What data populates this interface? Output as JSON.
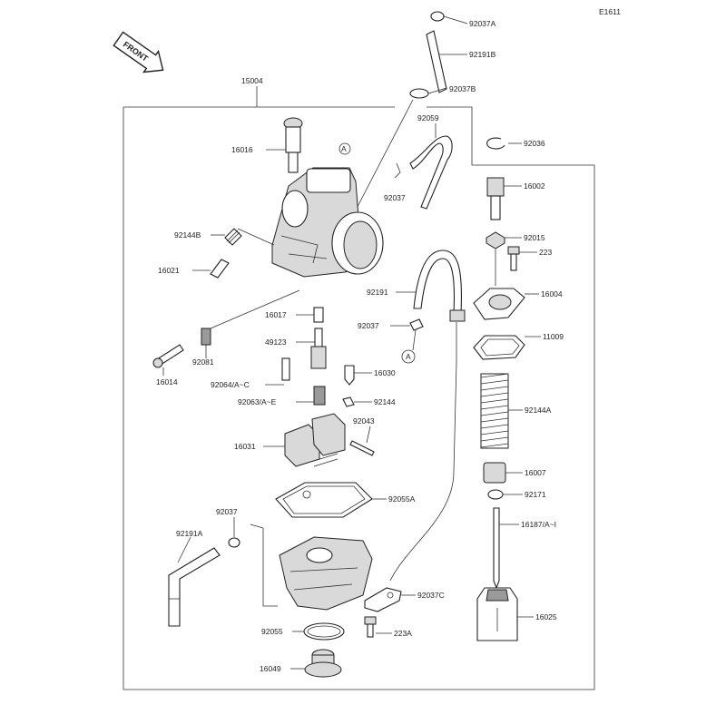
{
  "diagram_code": "E1611",
  "front_badge": "FRONT",
  "callouts": {
    "assembly": "15004",
    "cap_clip_top": "92037A",
    "tube_top": "92191B",
    "clip_b": "92037B",
    "vent_tube": "92059",
    "c_clip": "92036",
    "air_screw_body": "16016",
    "ref_a": "A",
    "clip_small": "92037",
    "top_fitting": "16002",
    "nut": "92015",
    "screw_223": "223",
    "spring_b": "92144B",
    "idle_screw": "16021",
    "hose": "92191",
    "top_cap": "16004",
    "jet_16017": "16017",
    "clip_92037_mid": "92037",
    "ref_a2": "A",
    "gasket_11009": "11009",
    "needle_jet": "49123",
    "spring_92081": "92081",
    "pilot_jet": "92064/A~C",
    "float_valve": "16030",
    "screw_16014": "16014",
    "main_jet": "92063/A~E",
    "spring_92144": "92144",
    "spring_92144a": "92144A",
    "pin_92043": "92043",
    "float": "16031",
    "slide_holder": "16007",
    "gasket_92055a": "92055A",
    "clip_92171": "92171",
    "needle": "16187/A~I",
    "clip_92037_low": "92037",
    "tube_92191a": "92191A",
    "clip_92037c": "92037C",
    "throttle_valve": "16025",
    "oring_92055": "92055",
    "screw_223a": "223A",
    "drain_plug": "16049"
  }
}
